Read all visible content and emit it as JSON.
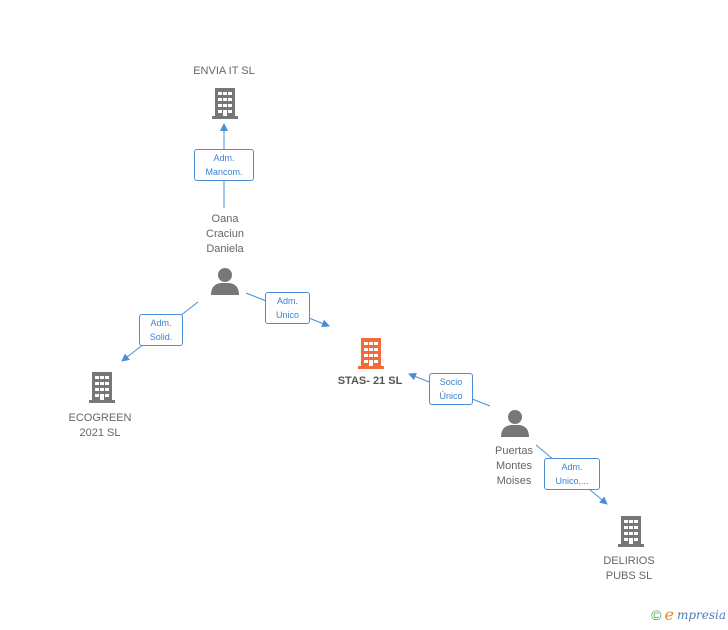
{
  "colors": {
    "node_gray": "#777777",
    "node_focus": "#f26b3a",
    "edge": "#4a8fd6"
  },
  "nodes": {
    "envia": {
      "label": "ENVIA IT  SL",
      "icon": "building-icon"
    },
    "oana": {
      "label": "Oana\nCraciun\nDaniela",
      "icon": "person-icon"
    },
    "ecogreen": {
      "label": "ECOGREEN\n2021  SL",
      "icon": "building-icon"
    },
    "stas": {
      "label": "STAS- 21  SL",
      "icon": "building-icon"
    },
    "puertas": {
      "label": "Puertas\nMontes\nMoises",
      "icon": "person-icon"
    },
    "delirios": {
      "label": "DELIRIOS\nPUBS  SL",
      "icon": "building-icon"
    }
  },
  "edges": {
    "oana_envia": {
      "label": "Adm.\nMancom."
    },
    "oana_ecogreen": {
      "label": "Adm.\nSolid."
    },
    "oana_stas": {
      "label": "Adm.\nUnico"
    },
    "puertas_stas": {
      "label": "Socio\nÚnico"
    },
    "puertas_delirios": {
      "label": "Adm.\nUnico,..."
    }
  },
  "footer": {
    "copyright_symbol": "©",
    "brand_first": "e",
    "brand_rest": "mpresia"
  }
}
